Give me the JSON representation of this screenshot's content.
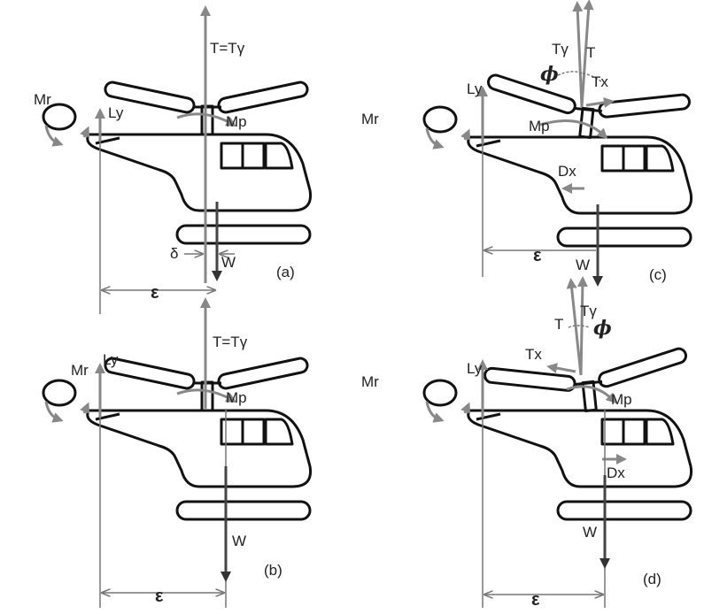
{
  "panels": [
    {
      "id": "a",
      "caption": "(a)",
      "thrust": "T=Tγ",
      "ly": "Ly",
      "mr": "Mr",
      "mp": "Mp",
      "w": "W",
      "eps": "ε",
      "delta": "δ"
    },
    {
      "id": "b",
      "caption": "(b)",
      "thrust": "T=Tγ",
      "ly": "Ly",
      "mr": "Mr",
      "mp": "Mp",
      "w": "W",
      "eps": "ε"
    },
    {
      "id": "c",
      "caption": "(c)",
      "ty": "Tγ",
      "t": "T",
      "tx": "Tx",
      "phi": "ϕ",
      "ly": "Ly",
      "mr": "Mr",
      "mp": "Mp",
      "dx": "Dx",
      "w": "W",
      "eps": "ε"
    },
    {
      "id": "d",
      "caption": "(d)",
      "ty": "Tγ",
      "t": "T",
      "tx": "Tx",
      "phi": "ϕ",
      "ly": "Ly",
      "mr": "Mr",
      "mp": "Mp",
      "dx": "Dx",
      "w": "W",
      "eps": "ε"
    }
  ]
}
